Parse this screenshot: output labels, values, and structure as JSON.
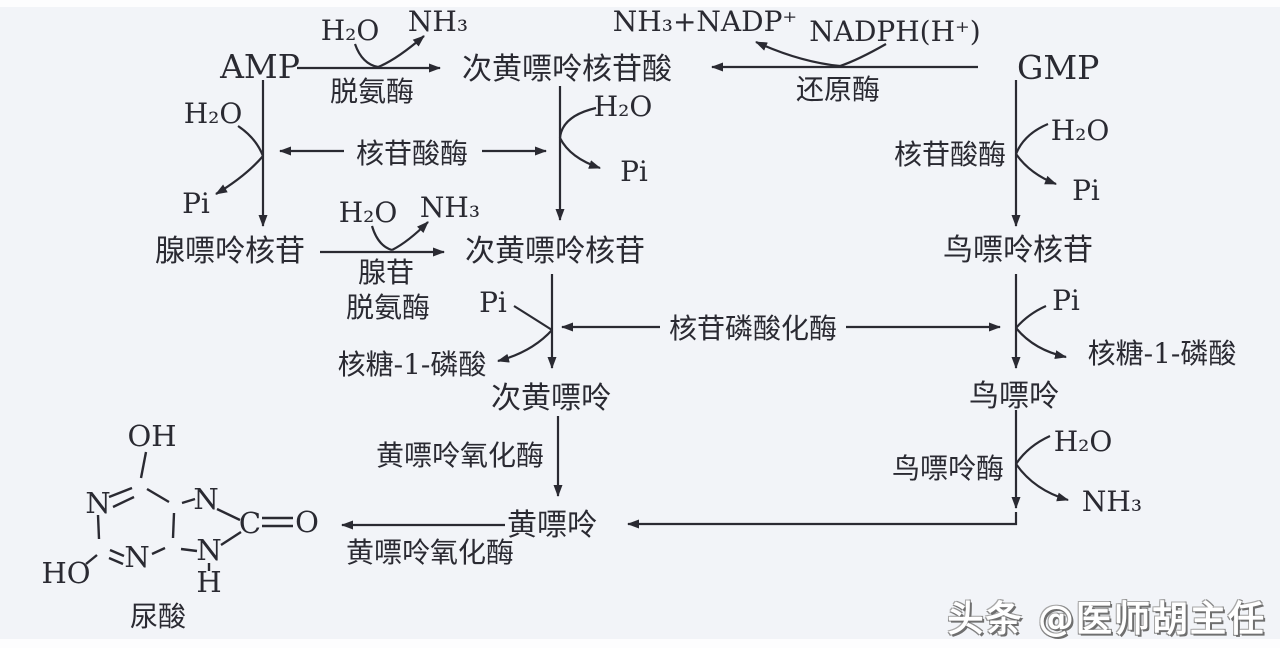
{
  "meta": {
    "watermark": "头条 @医师胡主任"
  },
  "nodes": {
    "amp": "AMP",
    "imp": "次黄嘌呤核苷酸",
    "gmp": "GMP",
    "adenosine": "腺嘌呤核苷",
    "inosine": "次黄嘌呤核苷",
    "guanosine": "鸟嘌呤核苷",
    "hypoxanthine": "次黄嘌呤",
    "guanine": "鸟嘌呤",
    "xanthine": "黄嘌呤",
    "uric_acid": "尿酸"
  },
  "enzymes": {
    "deaminase": "脱氨酶",
    "reductase": "还原酶",
    "nucleotidase_left": "核苷酸酶",
    "nucleotidase_right": "核苷酸酶",
    "adenosine_deaminase_line1": "腺苷",
    "adenosine_deaminase_line2": "脱氨酶",
    "nucleoside_phosphorylase": "核苷磷酸化酶",
    "xanthine_oxidase_upper": "黄嘌呤氧化酶",
    "xanthine_oxidase_lower": "黄嘌呤氧化酶",
    "guanase": "鸟嘌呤酶"
  },
  "cofactors": {
    "h2o": "H₂O",
    "nh3": "NH₃",
    "pi": "Pi",
    "nh3_nadp": "NH₃+NADP⁺",
    "nadph": "NADPH(H⁺)",
    "ribose_1_p": "核糖-1-磷酸"
  },
  "structure": {
    "oh": "OH",
    "ho": "HO",
    "n": "N",
    "c": "C",
    "o": "O",
    "h": "H"
  }
}
